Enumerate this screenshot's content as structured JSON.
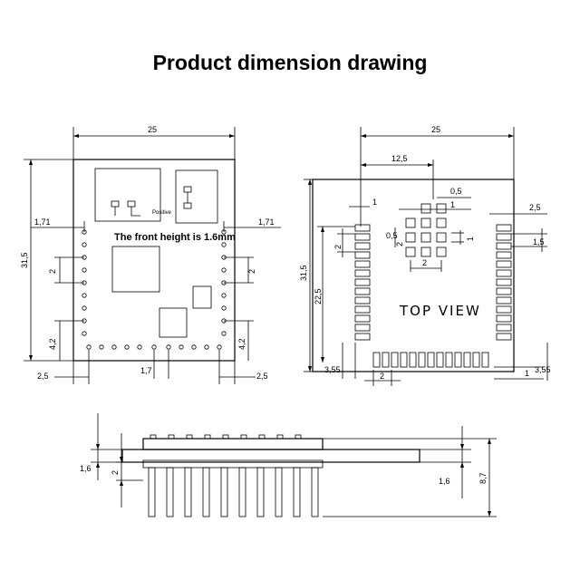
{
  "title": "Product dimension drawing",
  "front": {
    "width": "25",
    "height": "31,5",
    "left_margin": "1,71",
    "right_margin": "1,71",
    "left_pitch": "2",
    "left_bottom": "4,2",
    "right_pitch": "2",
    "right_bottom": "4,2",
    "bottom_left": "2,5",
    "bottom_mid": "1,7",
    "bottom_right": "2,5",
    "note": "The front height is 1.6mm",
    "positive_label": "Positive"
  },
  "top": {
    "width": "25",
    "half_width": "12,5",
    "pad_w": "0,5",
    "pad_1_left": "1",
    "pad_1_right": "1",
    "pad_left_05": "0,5",
    "pad_2_left": "2",
    "pad_1_mid": "1",
    "pad_2_bottom": "2",
    "right_top": "2,5",
    "right_15": "1,5",
    "left_pitch": "2",
    "height": "31,5",
    "mid_height": "22,5",
    "bottom_left": "3,55",
    "bottom_pitch": "2",
    "bottom_right_1": "1",
    "bottom_right": "3,55",
    "view_label": "TOP VIEW"
  },
  "side": {
    "left_16": "1,6",
    "left_2": "2",
    "right_16": "1,6",
    "right_87": "8,7"
  }
}
